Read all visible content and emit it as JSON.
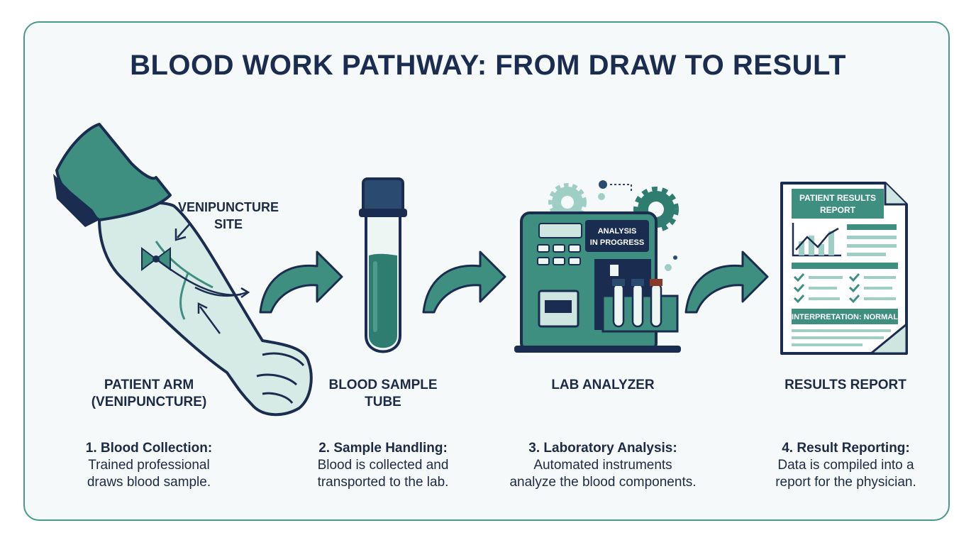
{
  "title": "BLOOD WORK PATHWAY: FROM DRAW TO RESULT",
  "colors": {
    "teal": "#3e8f80",
    "navy": "#1a2d50",
    "light_teal": "#cfe6e0",
    "border": "#4a9a8c"
  },
  "callout": {
    "line1": "VENIPUNCTURE",
    "line2": "SITE"
  },
  "analyzer_screen": {
    "line1": "ANALYSIS",
    "line2": "IN PROGRESS"
  },
  "report_doc": {
    "header_line1": "PATIENT RESULTS",
    "header_line2": "REPORT",
    "interpretation": "INTERPRETATION: NORMAL"
  },
  "steps": [
    {
      "label_line1": "PATIENT ARM",
      "label_line2": "(VENIPUNCTURE)",
      "title": "1. Blood Collection:",
      "body": "Trained professional\ndraws blood sample.",
      "icon": "arm-icon"
    },
    {
      "label_line1": "BLOOD SAMPLE",
      "label_line2": "TUBE",
      "title": "2. Sample Handling:",
      "body": "Blood is collected and\ntransported to the lab.",
      "icon": "test-tube-icon"
    },
    {
      "label_line1": "LAB ANALYZER",
      "label_line2": "",
      "title": "3. Laboratory Analysis:",
      "body": "Automated instruments\nanalyze the blood components.",
      "icon": "analyzer-icon"
    },
    {
      "label_line1": "RESULTS REPORT",
      "label_line2": "",
      "title": "4. Result Reporting:",
      "body": "Data is compiled into a\nreport for the physician.",
      "icon": "report-icon"
    }
  ]
}
